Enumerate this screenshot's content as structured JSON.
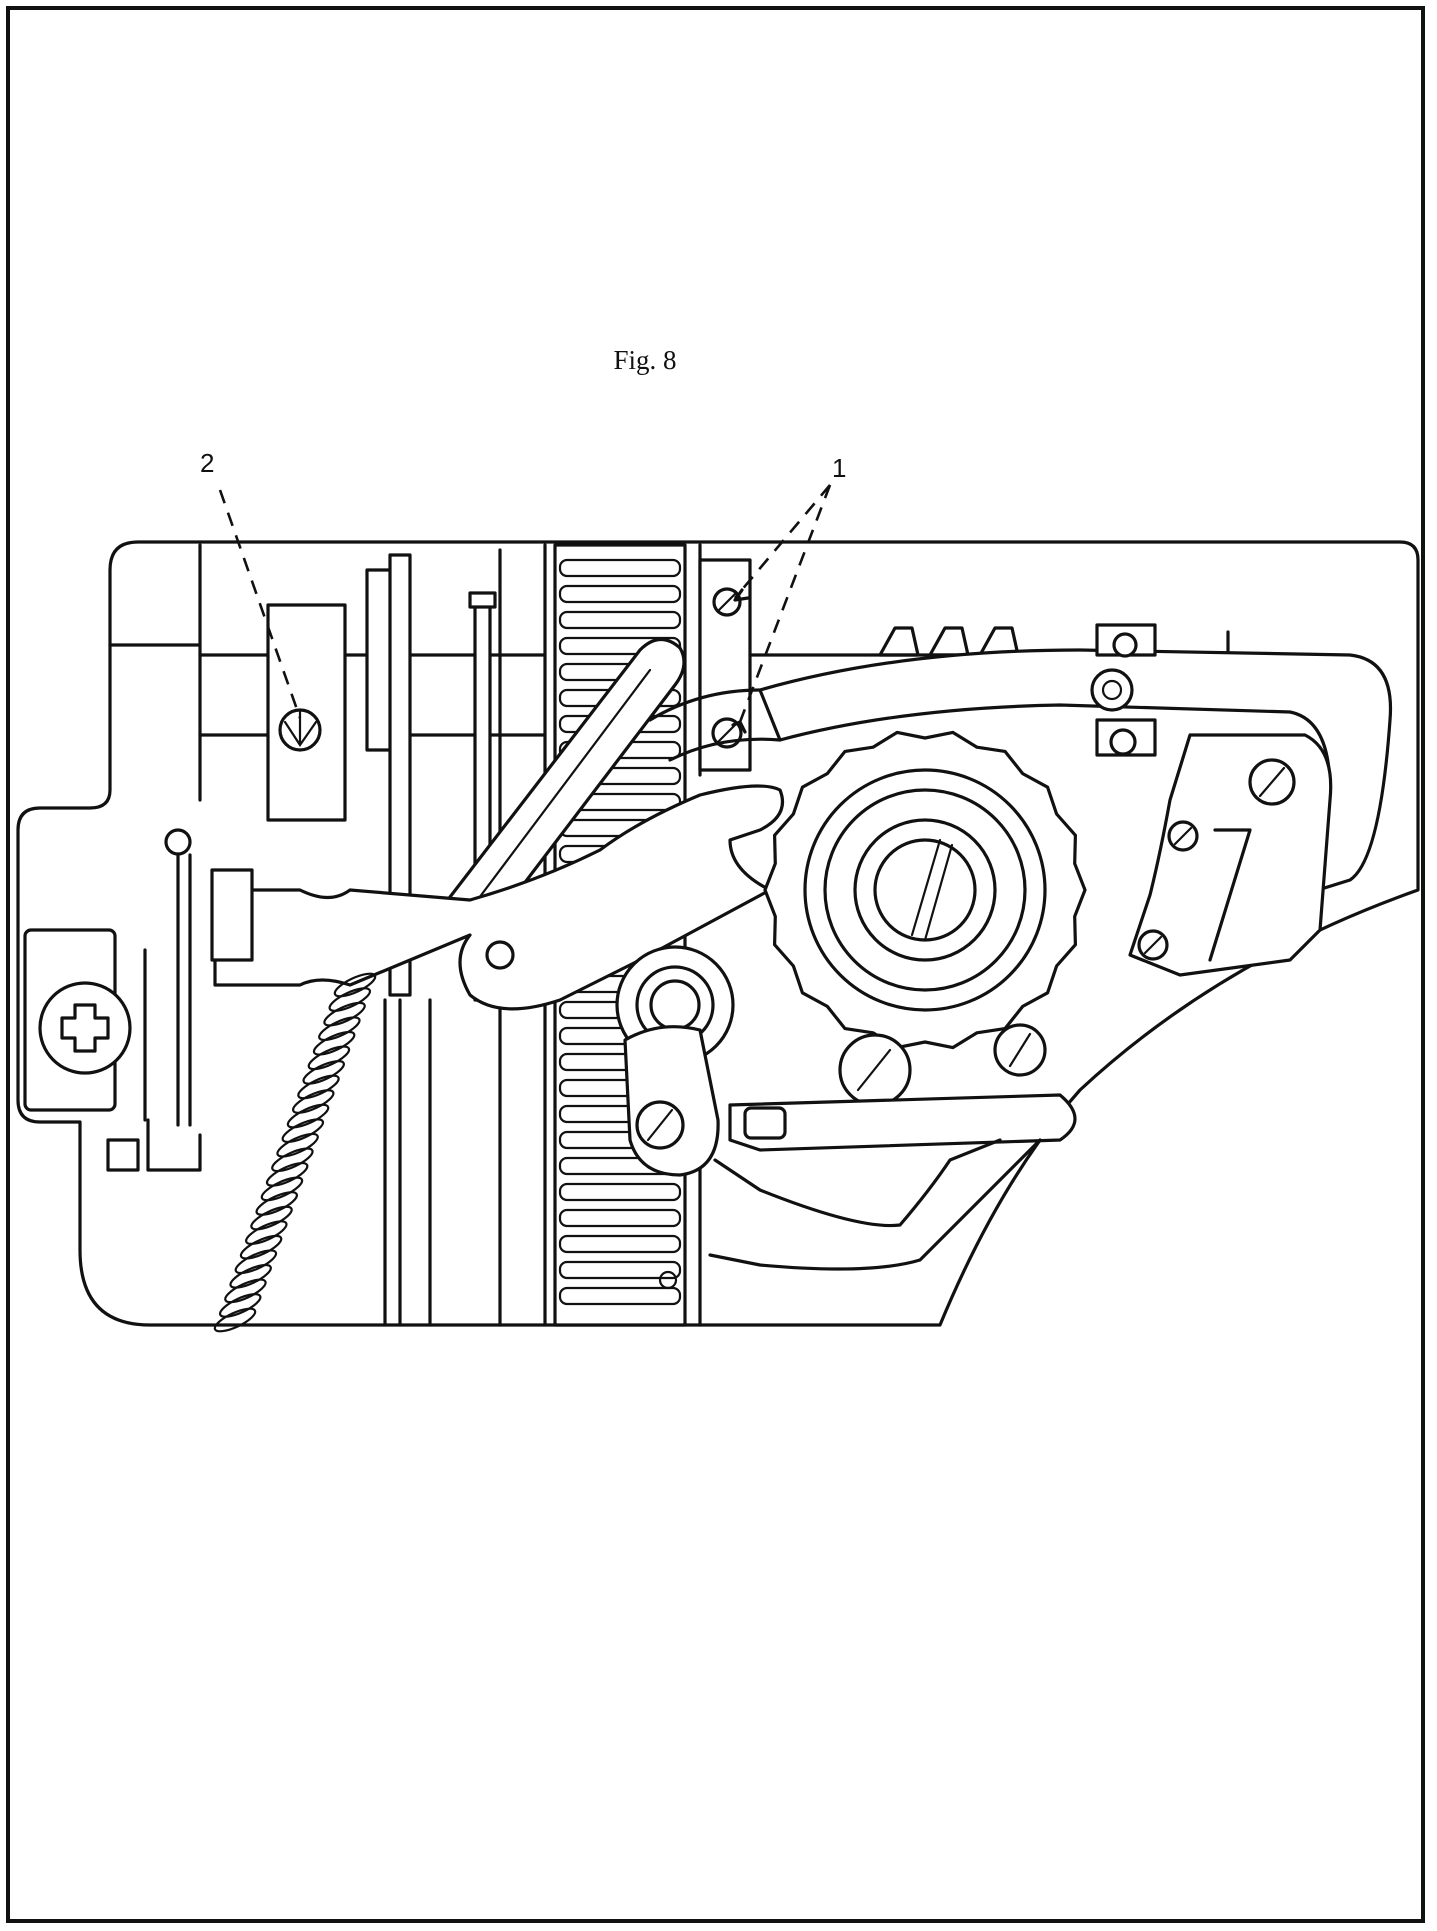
{
  "figure": {
    "title": "Fig. 8",
    "callouts": [
      {
        "id": "1",
        "label": "1"
      },
      {
        "id": "2",
        "label": "2"
      }
    ]
  },
  "colors": {
    "ink": "#111111",
    "paper": "#ffffff"
  }
}
